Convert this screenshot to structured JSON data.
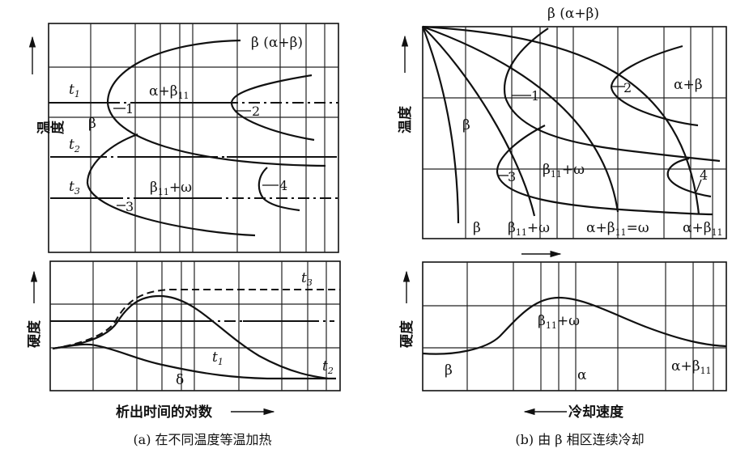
{
  "figure_a": {
    "top": {
      "y_axis_label": "温度",
      "curve_top_label": "β (α+β)",
      "t1": {
        "main": "t",
        "sub": "1"
      },
      "t2": {
        "main": "t",
        "sub": "2"
      },
      "t3": {
        "main": "t",
        "sub": "3"
      },
      "region_alpha_beta11": {
        "main": "α+β",
        "sub": "11"
      },
      "region_beta": "β",
      "region_beta11_omega": {
        "main": "β",
        "sub": "11",
        "tail": "+ω"
      },
      "curve_numbers": [
        "1",
        "2",
        "3",
        "4"
      ]
    },
    "bottom": {
      "y_axis_label": "硬度",
      "t1": {
        "main": "t",
        "sub": "1"
      },
      "t2": {
        "main": "t",
        "sub": "2"
      },
      "t3": {
        "main": "t",
        "sub": "3"
      },
      "delta": "δ"
    },
    "x_axis_label": "析出时间的对数",
    "caption": "(a) 在不同温度等温加热"
  },
  "figure_b": {
    "top": {
      "y_axis_label": "温度",
      "top_label": "β (α+β)",
      "region_alpha_beta": "α+β",
      "region_beta": "β",
      "region_beta11_omega": {
        "main": "β",
        "sub": "11",
        "tail": "+ω"
      },
      "curve_numbers": [
        "1",
        "2",
        "3",
        "4"
      ],
      "bottom_labels": {
        "beta": "β",
        "beta11_omega": {
          "main": "β",
          "sub": "11",
          "tail": "+ω"
        },
        "alpha_beta11_omega": {
          "main": "α+β",
          "sub": "11",
          "tail": "=ω"
        },
        "alpha_beta11": {
          "main": "α+β",
          "sub": "11"
        }
      }
    },
    "bottom": {
      "y_axis_label": "硬度",
      "beta": "β",
      "beta11_omega": {
        "main": "β",
        "sub": "11",
        "tail": "+ω"
      },
      "alpha": "α",
      "alpha_beta11": {
        "main": "α+β",
        "sub": "11"
      }
    },
    "x_axis_label": "冷却速度",
    "caption": "(b) 由 β 相区连续冷却"
  }
}
